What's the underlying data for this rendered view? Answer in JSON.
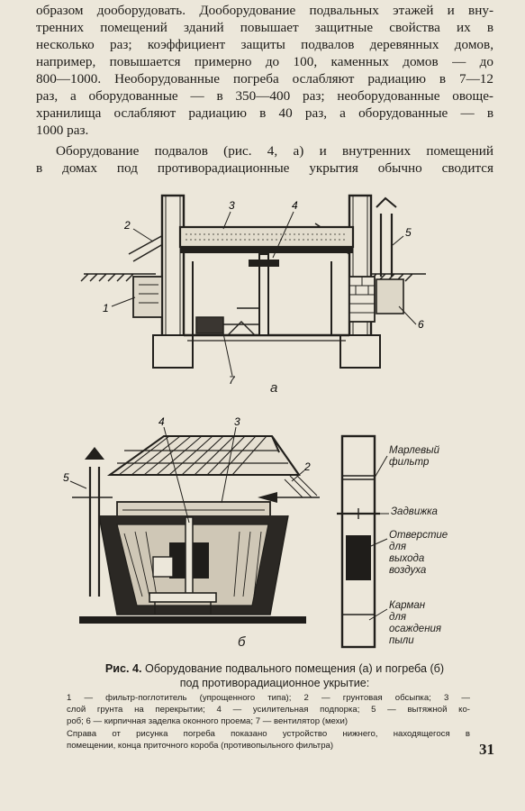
{
  "paragraph1": [
    "образом дооборудовать. Дооборудование подвальных этажей и вну-",
    "тренних помещений зданий повышает защитные свойства их в",
    "несколько раз; коэффициент защиты подвалов деревянных домов,",
    "например, повышается примерно до 100, каменных домов — до",
    "800—1000. Необорудованные погреба ослабляют радиацию в 7—12",
    "раз, а оборудованные — в 350—400 раз; необорудованные овоще-",
    "хранилища ослабляют радиацию в 40 раз, а оборудованные — в",
    "1000 раз."
  ],
  "paragraph2": [
    "Оборудование подвалов (рис. 4, а) и внутренних помещений",
    "в домах под противорадиационные укрытия обычно сводится"
  ],
  "figure_a": {
    "letter": "а",
    "labels": [
      "1",
      "2",
      "3",
      "4",
      "5",
      "6",
      "7"
    ]
  },
  "figure_b": {
    "letter": "б",
    "labels": [
      "2",
      "3",
      "4",
      "5"
    ]
  },
  "filter_diagram": {
    "labels": [
      [
        "Марлевый",
        "фильтр"
      ],
      [
        "Задвижка"
      ],
      [
        "Отверстие",
        "для",
        "выхода",
        "воздуха"
      ],
      [
        "Карман",
        "для",
        "осаждения",
        "пыли"
      ]
    ]
  },
  "caption": {
    "prefix": "Рис. 4.",
    "line1": "Оборудование подвального помещения (а) и погреба (б)",
    "line2": "под противорадиационное укрытие:",
    "body": [
      "1 — фильтр-поглотитель (упрощенного типа); 2 — грунтовая обсыпка; 3 —",
      "слой грунта на перекрытии; 4 — усилительная подпорка; 5 — вытяжной ко-",
      "роб; 6 — кирпичная заделка оконного проема; 7 — вентилятор (мехи)",
      "Справа от рисунка погреба показано устройство нижнего, находящегося в",
      "помещении, конца приточного короба (противопыльного фильтра)"
    ]
  },
  "page_number": "31"
}
